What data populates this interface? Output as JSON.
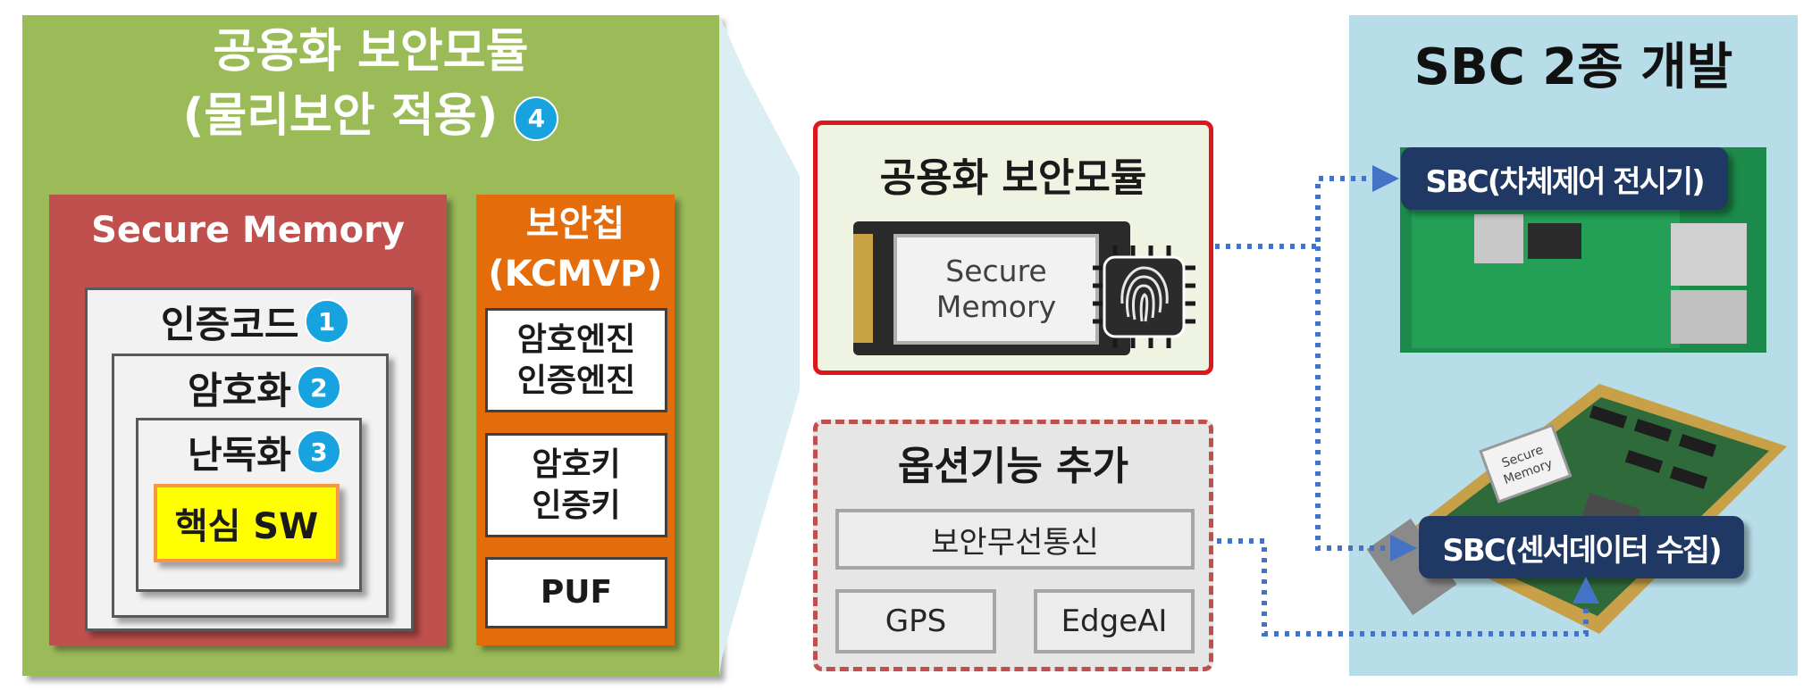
{
  "left": {
    "title_line1": "공용화 보안모듈",
    "title_line2": "(물리보안 적용)",
    "title_badge": "4",
    "secure_memory": {
      "title": "Secure Memory",
      "layers": [
        {
          "label": "인증코드",
          "badge": "1"
        },
        {
          "label": "암호화",
          "badge": "2"
        },
        {
          "label": "난독화",
          "badge": "3"
        }
      ],
      "core": "핵심 SW"
    },
    "security_chip": {
      "title_line1": "보안칩",
      "title_line2": "(KCMVP)",
      "items": [
        {
          "line1": "암호엔진",
          "line2": "인증엔진"
        },
        {
          "line1": "암호키",
          "line2": "인증키"
        },
        {
          "line1": "PUF"
        }
      ]
    }
  },
  "center": {
    "module": {
      "title": "공용화 보안모듈",
      "mem_line1": "Secure",
      "mem_line2": "Memory"
    },
    "options": {
      "title": "옵션기능 추가",
      "items": [
        "보안무선통신",
        "GPS",
        "EdgeAI"
      ]
    }
  },
  "right": {
    "title": "SBC 2종 개발",
    "sbc1_label": "SBC(차체제어 전시기)",
    "sbc2_label": "SBC(센서데이터 수집)",
    "sbc2_chip_line1": "Secure",
    "sbc2_chip_line2": "Memory"
  },
  "colors": {
    "left_panel": "#9bbb59",
    "secure_memory": "#c0504d",
    "security_chip": "#e46c0a",
    "badge": "#16a3e0",
    "core_sw": "#ffff00",
    "module_border": "#e0141b",
    "right_panel": "#b7dde8",
    "sbc_label": "#1f3864",
    "connector": "#4472c4"
  }
}
